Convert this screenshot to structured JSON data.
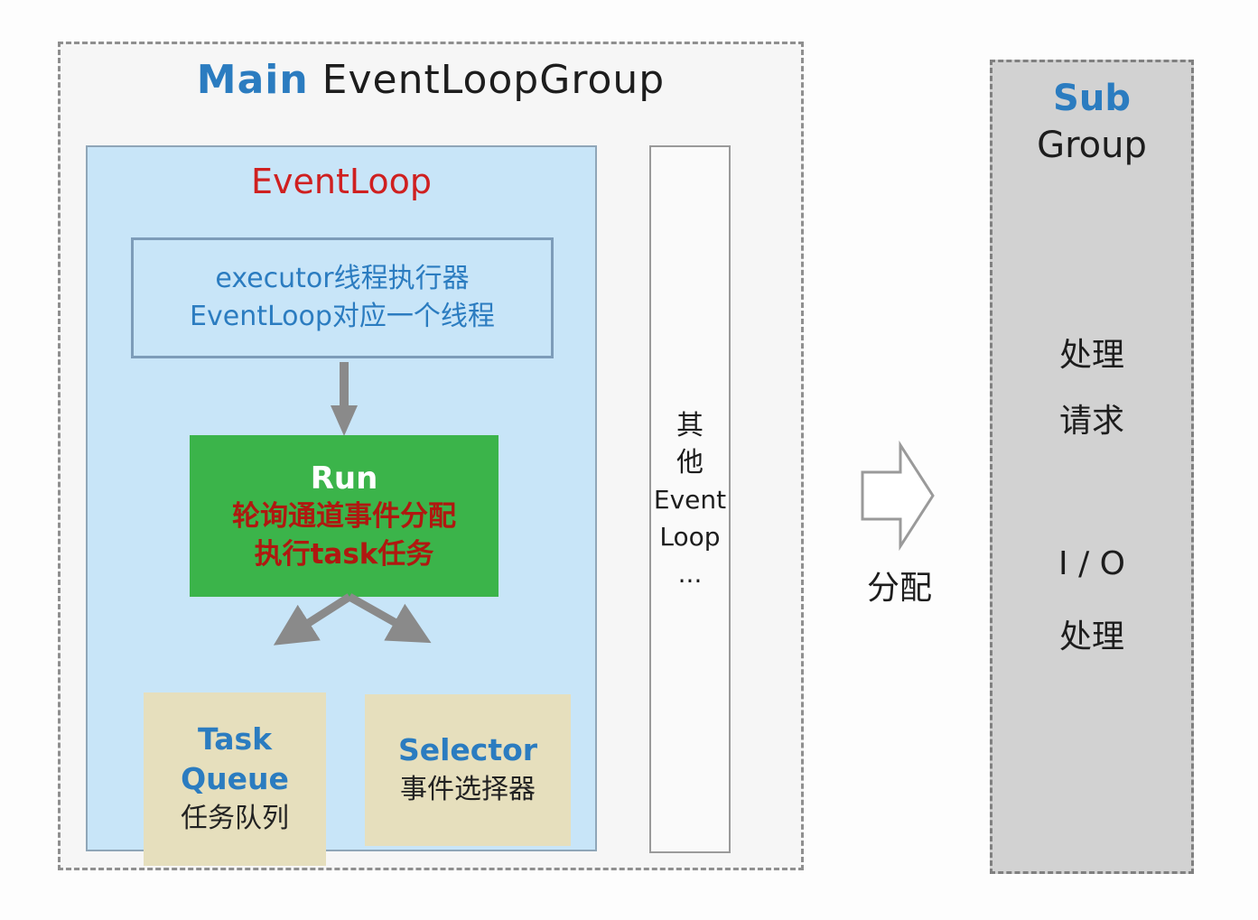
{
  "diagram": {
    "main_group": {
      "title_highlight": "Main",
      "title_rest": " EventLoopGroup",
      "event_loop": {
        "title": "EventLoop",
        "executor_box": {
          "line1": "executor线程执行器",
          "line2": "EventLoop对应一个线程"
        },
        "run_box": {
          "title": "Run",
          "line1": "轮询通道事件分配",
          "line2": "执行task任务"
        },
        "task_queue_box": {
          "title_line1": "Task",
          "title_line2": "Queue",
          "subtitle": "任务队列"
        },
        "selector_box": {
          "title": "Selector",
          "subtitle": "事件选择器"
        }
      },
      "other_event_loop": {
        "lines": [
          "其",
          "他",
          "Event",
          "Loop",
          "..."
        ]
      }
    },
    "dispatch_label": "分配",
    "sub_group": {
      "title_highlight": "Sub",
      "title_rest": "Group",
      "items": [
        "处理",
        "请求",
        "I / O",
        "处理"
      ]
    },
    "colors": {
      "accent_blue": "#2b7cc0",
      "title_red": "#cf2020",
      "run_green": "#3bb44a",
      "run_text_red": "#b01810",
      "tan_box": "#e6dfbd",
      "light_blue_box": "#c8e5f8",
      "main_box_bg": "#f6f6f6",
      "sub_box_bg": "#d2d2d2",
      "arrow_gray": "#8a8a8a"
    }
  }
}
